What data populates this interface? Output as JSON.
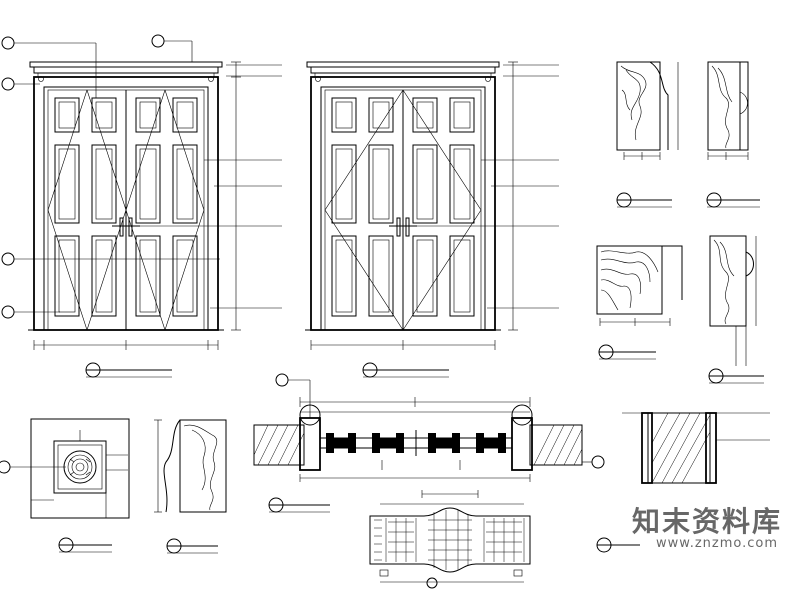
{
  "drawing": {
    "views": [
      {
        "id": "front-elevation",
        "caption": "",
        "scale": ""
      },
      {
        "id": "rear-elevation",
        "caption": "",
        "scale": ""
      },
      {
        "id": "detail-1",
        "caption": "",
        "scale": ""
      },
      {
        "id": "detail-2",
        "caption": "",
        "scale": ""
      },
      {
        "id": "detail-3",
        "caption": "",
        "scale": ""
      },
      {
        "id": "detail-4",
        "caption": "",
        "scale": ""
      },
      {
        "id": "rosette-detail",
        "caption": "",
        "scale": ""
      },
      {
        "id": "moulding-detail",
        "caption": "",
        "scale": ""
      },
      {
        "id": "plan-section",
        "caption": "",
        "scale": ""
      },
      {
        "id": "panel-section",
        "caption": "",
        "scale": ""
      }
    ]
  },
  "watermark": {
    "brand": "知末资料库",
    "url": "www.znzmo.com"
  }
}
